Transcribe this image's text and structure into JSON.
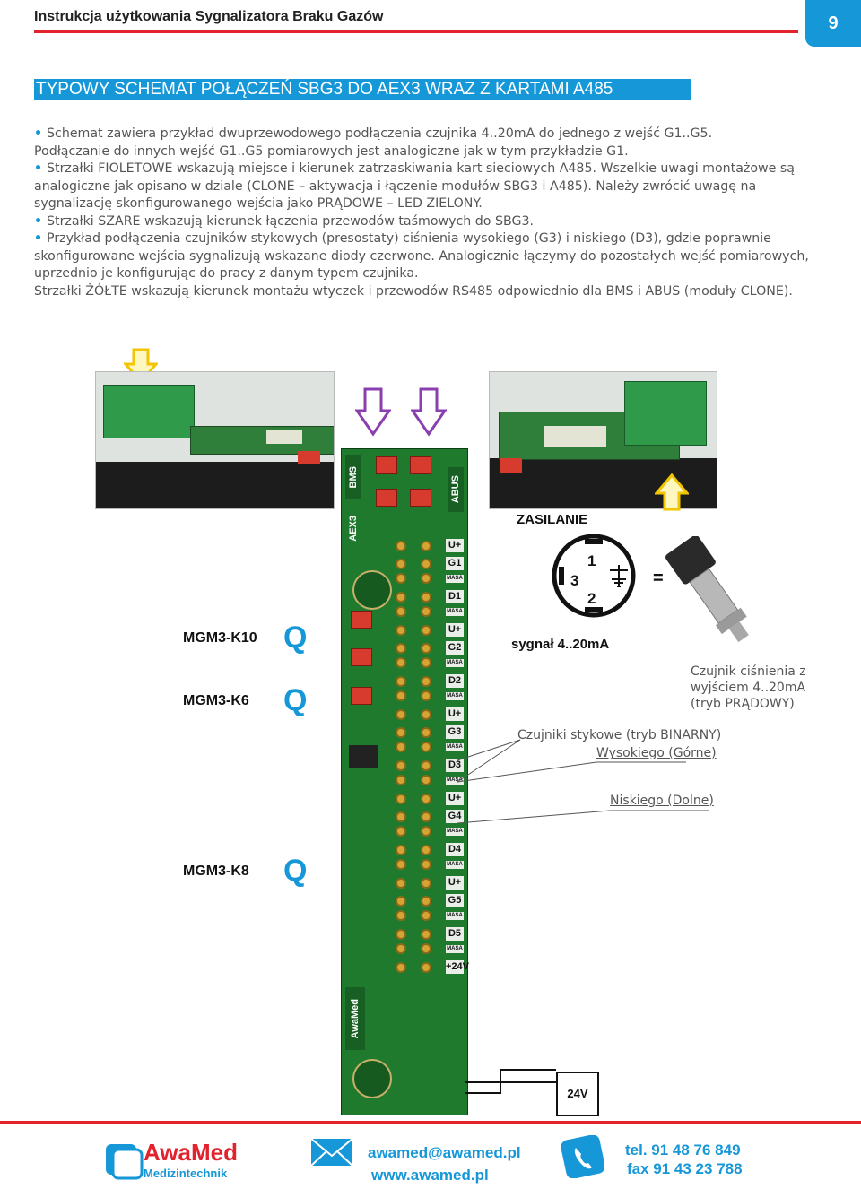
{
  "header": {
    "title": "Instrukcja użytkowania Sygnalizatora Braku Gazów",
    "page_number": "9"
  },
  "section_title": "TYPOWY SCHEMAT POŁĄCZEŃ SBG3 DO AEX3 WRAZ Z KARTAMI A485",
  "paragraphs": [
    "Schemat zawiera przykład dwuprzewodowego podłączenia czujnika 4..20mA do jednego z wejść G1..G5.",
    "Podłączanie do innych wejść G1..G5 pomiarowych jest analogiczne jak w tym przykładzie G1.",
    "Strzałki FIOLETOWE wskazują miejsce i kierunek zatrzaskiwania kart sieciowych A485. Wszelkie uwagi montażowe są analogiczne jak opisano w dziale (CLONE – aktywacja i łączenie modułów SBG3 i A485). Należy zwrócić uwagę na sygnalizację skonfigurowanego wejścia jako PRĄDOWE – LED ZIELONY.",
    "Strzałki SZARE wskazują kierunek łączenia przewodów taśmowych do SBG3.",
    "Przykład podłączenia czujników stykowych (presostaty) ciśnienia wysokiego (G3) i niskiego (D3), gdzie poprawnie skonfigurowane wejścia sygnalizują wskazane diody czerwone. Analogicznie łączymy do pozostałych wejść pomiarowych, uprzednio je konfigurując do pracy z danym typem czujnika.",
    "Strzałki ŻÓŁTE wskazują kierunek montażu wtyczek i przewodów RS485 odpowiednio dla BMS i ABUS (moduły CLONE)."
  ],
  "diagram": {
    "board": {
      "left_label": "BMS",
      "right_label": "ABUS",
      "module_label": "AEX3",
      "brand": "AwaMed"
    },
    "terminals": [
      "U+",
      "G1",
      "MASA",
      "D1",
      "MASA",
      "U+",
      "G2",
      "MASA",
      "D2",
      "MASA",
      "U+",
      "G3",
      "MASA",
      "D3",
      "MASA",
      "U+",
      "G4",
      "MASA",
      "D4",
      "MASA",
      "U+",
      "G5",
      "MASA",
      "D5",
      "MASA",
      "+24V"
    ],
    "modules": [
      "MGM3-K10",
      "MGM3-K6",
      "MGM3-K8"
    ],
    "q_logo": "Q",
    "power": {
      "title": "ZASILANIE",
      "pins": [
        "1",
        "2",
        "3"
      ],
      "equals": "=",
      "signal": "sygnał 4..20mA",
      "voltage": "24V"
    },
    "sensor_note": [
      "Czujnik ciśnienia z",
      "wyjściem 4..20mA",
      "(tryb PRĄDOWY)"
    ],
    "contact_note": "Czujniki stykowe (tryb BINARNY)",
    "high": "Wysokiego (Górne)",
    "low": "Niskiego (Dolne)"
  },
  "footer": {
    "brand": "AwaMed",
    "brand_sub": "Medizintechnik",
    "email": "awamed@awamed.pl",
    "www": "www.awamed.pl",
    "tel": "tel. 91 48 76 849",
    "fax": "fax 91 43 23 788"
  },
  "colors": {
    "accent": "#1697d8",
    "red": "#e2222c",
    "pcb": "#1f7a2e",
    "violet": "#8a3fb0",
    "yellow": "#f2c500"
  }
}
